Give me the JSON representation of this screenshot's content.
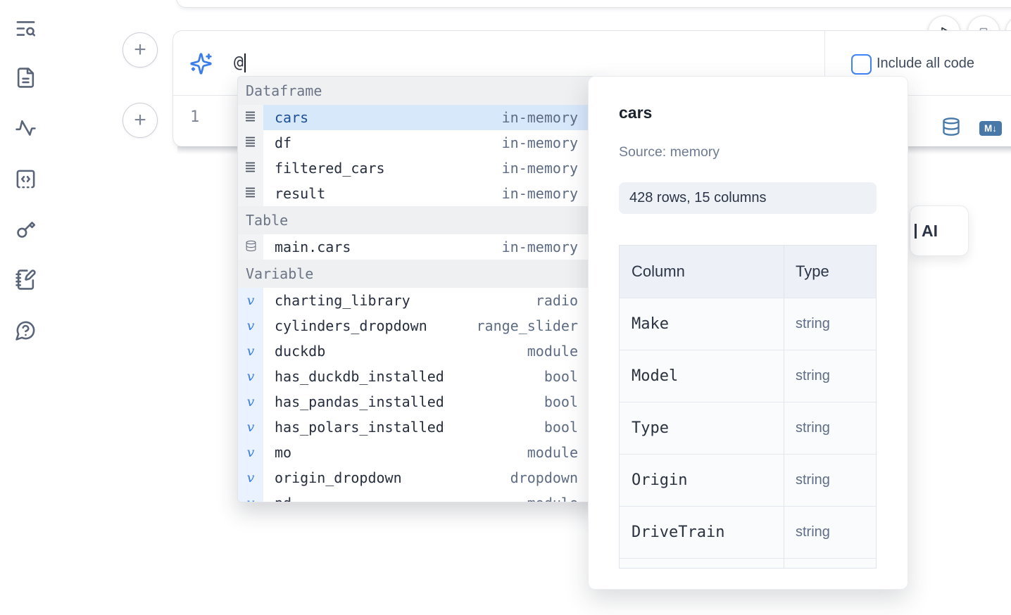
{
  "sidebar": {
    "icons": [
      "text-search",
      "file-text",
      "activity",
      "scratchpad-code",
      "key",
      "notebook-pen",
      "help-chat"
    ]
  },
  "add_button": {
    "glyph": "+"
  },
  "prompt": {
    "value": "@",
    "include_all_code": {
      "label": "Include all code",
      "checked": false
    }
  },
  "editor": {
    "line_number": "1"
  },
  "cell_actions": {
    "markdown_badge": "M↓",
    "database_icon": "database"
  },
  "ai_card": {
    "label": "AI"
  },
  "autocomplete": {
    "sections": [
      {
        "label": "Dataframe",
        "items": [
          {
            "name": "cars",
            "type": "in-memory",
            "selected": true
          },
          {
            "name": "df",
            "type": "in-memory"
          },
          {
            "name": "filtered_cars",
            "type": "in-memory"
          },
          {
            "name": "result",
            "type": "in-memory"
          }
        ]
      },
      {
        "label": "Table",
        "items": [
          {
            "name": "main.cars",
            "type": "in-memory"
          }
        ]
      },
      {
        "label": "Variable",
        "items": [
          {
            "name": "charting_library",
            "type": "radio"
          },
          {
            "name": "cylinders_dropdown",
            "type": "range_slider"
          },
          {
            "name": "duckdb",
            "type": "module"
          },
          {
            "name": "has_duckdb_installed",
            "type": "bool"
          },
          {
            "name": "has_pandas_installed",
            "type": "bool"
          },
          {
            "name": "has_polars_installed",
            "type": "bool"
          },
          {
            "name": "mo",
            "type": "module"
          },
          {
            "name": "origin_dropdown",
            "type": "dropdown"
          },
          {
            "name": "pd",
            "type": "module",
            "partial": true
          }
        ]
      }
    ]
  },
  "preview": {
    "title": "cars",
    "source": "Source: memory",
    "stats": "428 rows, 15 columns",
    "table": {
      "headers": [
        "Column",
        "Type"
      ],
      "rows": [
        [
          "Make",
          "string"
        ],
        [
          "Model",
          "string"
        ],
        [
          "Type",
          "string"
        ],
        [
          "Origin",
          "string"
        ],
        [
          "DriveTrain",
          "string"
        ],
        [
          "",
          ""
        ]
      ]
    }
  }
}
